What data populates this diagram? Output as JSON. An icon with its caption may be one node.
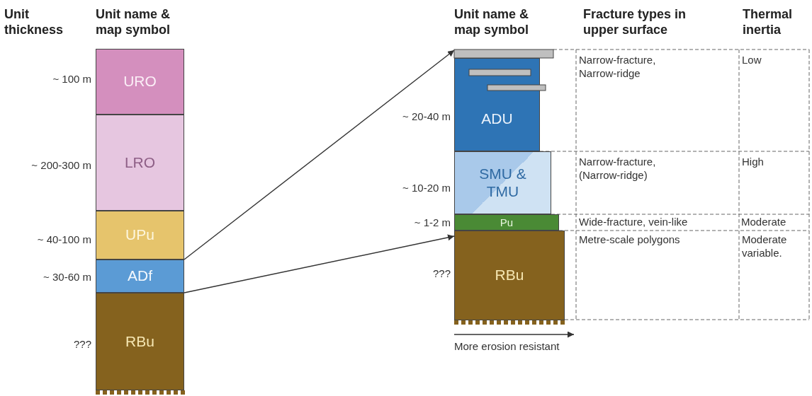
{
  "diagram": {
    "nodes": [
      {
        "text": [
          "URO"
        ],
        "beside": [
          "~ 100 m"
        ]
      },
      {
        "text": [
          "LRO"
        ],
        "beside": [
          "~ 200-300 m"
        ]
      },
      {
        "text": [
          "UPu"
        ],
        "beside": [
          "~ 40-100 m"
        ]
      },
      {
        "text": [
          "ADf"
        ],
        "beside": [
          "~ 30-60 m"
        ]
      },
      {
        "text": [
          "RBu"
        ],
        "beside": [
          "???"
        ]
      },
      {
        "text": [
          "ADU"
        ],
        "beside": [
          "~ 20-40 m"
        ]
      },
      {
        "text": [
          "SMU & TMU"
        ],
        "beside": [
          "~ 10-20 m"
        ]
      },
      {
        "text": [
          "Pu"
        ],
        "beside": [
          "~ 1-2 m"
        ]
      },
      {
        "text": [
          "RBu"
        ],
        "beside": [
          "???"
        ]
      }
    ],
    "edges": [
      {
        "from": 3,
        "to": 5,
        "arrow": "to"
      },
      {
        "from": 3,
        "to": 8,
        "arrow": "to"
      }
    ],
    "labels": [
      "Unit thickness",
      "Unit name & map symbol",
      "Unit name & map symbol",
      "Fracture types in upper surface",
      "Thermal inertia",
      "Narrow-fracture, Narrow-ridge",
      "Low",
      "Narrow-fracture, (Narrow-ridge)",
      "High",
      "Wide-fracture, vein-like",
      "Moderate",
      "Metre-scale polygons",
      "Moderate variable.",
      "More erosion resistant"
    ]
  }
}
